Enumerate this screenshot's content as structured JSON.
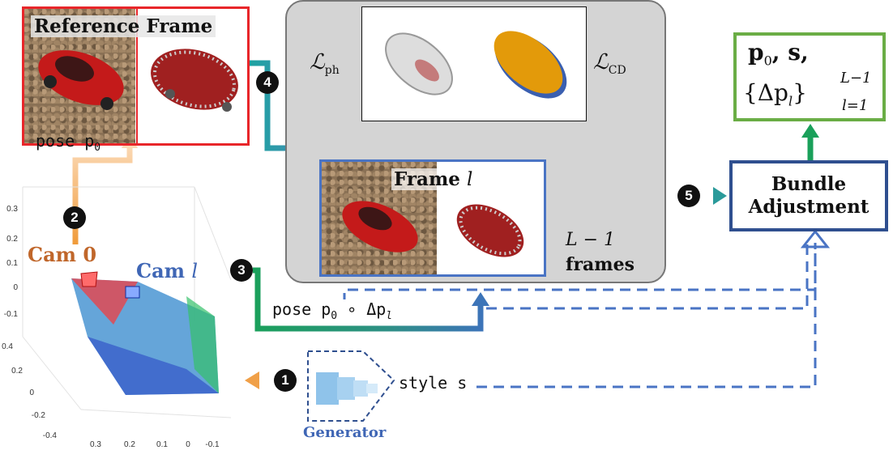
{
  "reference": {
    "title": "Reference Frame",
    "pose_label": "pose p",
    "pose_sub": "0"
  },
  "losses": {
    "ph_main": "ℒ",
    "ph_sub": "ph",
    "cd_main": "ℒ",
    "cd_sub": "CD"
  },
  "frame_l": {
    "title_word": "Frame ",
    "title_var": "l"
  },
  "frames_note": {
    "line1": "L − 1",
    "line2": "frames"
  },
  "cameras": {
    "cam0": "Cam 0",
    "caml_word": "Cam ",
    "caml_var": "l"
  },
  "pose_l": {
    "prefix": "pose p",
    "sub0": "0",
    "op": " ∘ Δp",
    "subl": "l"
  },
  "style": {
    "label": "style s"
  },
  "generator": {
    "label": "Generator"
  },
  "bundle": {
    "line1": "Bundle",
    "line2": "Adjustment"
  },
  "output": {
    "line1_p": "p",
    "line1_sub": "0",
    "line1_rest": ", s,",
    "line2_open": "{Δp",
    "line2_sub": "l",
    "line2_close": "}",
    "sup": "L−1",
    "lower": "l=1"
  },
  "steps": [
    "1",
    "2",
    "3",
    "4",
    "5"
  ],
  "plot": {
    "y_ticks": [
      "0.3",
      "0.2",
      "0.1",
      "0",
      "-0.1"
    ],
    "z_ticks": [
      "0.4",
      "0.2",
      "0",
      "-0.2",
      "-0.4"
    ],
    "x_ticks": [
      "0.3",
      "0.2",
      "0.1",
      "0",
      "-0.1"
    ]
  },
  "colors": {
    "reference_border": "#e8262a",
    "gray_panel": "#d4d4d4",
    "frame_border": "#4a74c4",
    "bundle_border": "#2f4f8f",
    "output_border": "#6aad45",
    "magenta": "#cc33ff",
    "cam0": "#c0662a",
    "caml": "#3f66b5",
    "green": "#1aa05a"
  }
}
